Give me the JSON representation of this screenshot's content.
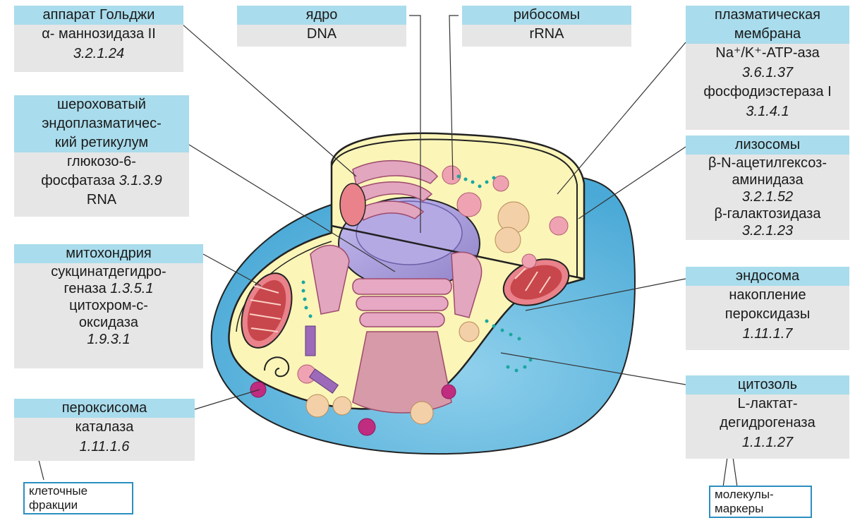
{
  "labels": {
    "golgi": {
      "title": "аппарат Гольджи",
      "enzyme": "α- маннозидаза II",
      "ec": "3.2.1.24"
    },
    "nucleus": {
      "title": "ядро",
      "marker": "DNA"
    },
    "ribosomes": {
      "title": "рибосомы",
      "marker": "rRNA"
    },
    "plasma_membrane": {
      "title_1": "плазматическая",
      "title_2": "мембрана",
      "enzyme_1": "Na⁺/K⁺-ATP-аза",
      "ec_1": "3.6.1.37",
      "enzyme_2": "фосфодиэстераза I",
      "ec_2": "3.1.4.1"
    },
    "rough_er": {
      "title_1": "шероховатый",
      "title_2": "эндоплазматичес-",
      "title_3": "кий ретикулум",
      "enzyme_1": "глюкозо-6-",
      "enzyme_2": "фосфатаза",
      "ec": "3.1.3.9",
      "marker": "RNA"
    },
    "lysosomes": {
      "title": "лизосомы",
      "enzyme_1a": "β-N-ацетилгексоз-",
      "enzyme_1b": "аминидаза",
      "ec_1": "3.2.1.52",
      "enzyme_2": "β-галактозидаза",
      "ec_2": "3.2.1.23"
    },
    "mitochondria": {
      "title": "митохондрия",
      "enzyme_1a": "сукцинатдегидро-",
      "enzyme_1b": "геназа",
      "ec_1": "1.3.5.1",
      "enzyme_2a": "цитохром-с-",
      "enzyme_2b": "оксидаза",
      "ec_2": "1.9.3.1"
    },
    "endosome": {
      "title": "эндосома",
      "line_1": "накопление",
      "line_2": "пероксидазы",
      "ec": "1.11.1.7"
    },
    "peroxisome": {
      "title": "пероксисома",
      "enzyme": "каталаза",
      "ec": "1.11.1.6"
    },
    "cytosol": {
      "title": "цитозоль",
      "enzyme_1": "L-лактат-",
      "enzyme_2": "дегидрогеназа",
      "ec": "1.1.1.27"
    }
  },
  "legend": {
    "fractions_1": "клеточные",
    "fractions_2": "фракции",
    "markers_1": "молекулы-",
    "markers_2": "маркеры"
  },
  "colors": {
    "header": "#a9dcec",
    "box": "#e6e6e6",
    "outer_cell": "#5fb8de",
    "cytoplasm": "#fbf5b8",
    "nucleus": "#a79ad6",
    "organelle_pink": "#e7a2b8",
    "mitochondrion": "#c8474c",
    "legend_border": "#2c8fbf"
  }
}
